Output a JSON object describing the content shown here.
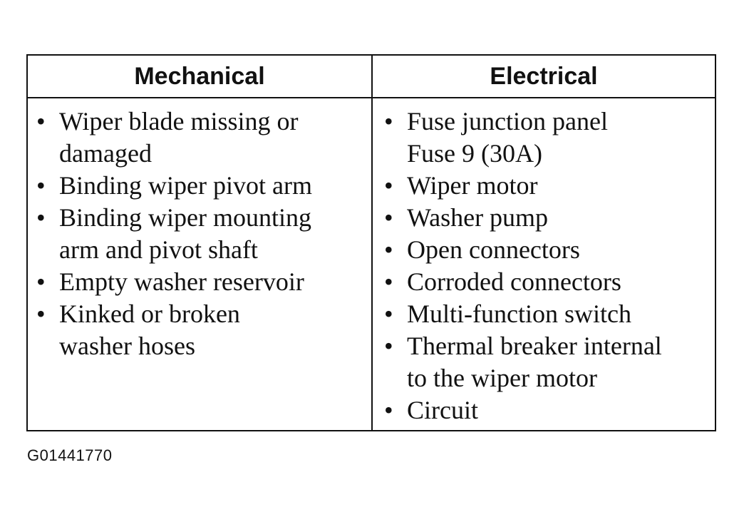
{
  "table": {
    "headers": [
      "Mechanical",
      "Electrical"
    ],
    "mechanical": [
      [
        "Wiper blade missing or",
        "damaged"
      ],
      [
        "Binding wiper pivot arm"
      ],
      [
        "Binding wiper mounting",
        "arm and pivot shaft"
      ],
      [
        "Empty washer reservoir"
      ],
      [
        "Kinked or broken",
        "washer hoses"
      ]
    ],
    "electrical": [
      [
        "Fuse junction panel",
        "Fuse 9 (30A)"
      ],
      [
        "Wiper motor"
      ],
      [
        "Washer pump"
      ],
      [
        "Open connectors"
      ],
      [
        "Corroded connectors"
      ],
      [
        "Multi-function switch"
      ],
      [
        "Thermal breaker internal",
        "to the wiper motor"
      ],
      [
        "Circuit"
      ]
    ],
    "bullet": "•"
  },
  "figure_id": "G01441770"
}
